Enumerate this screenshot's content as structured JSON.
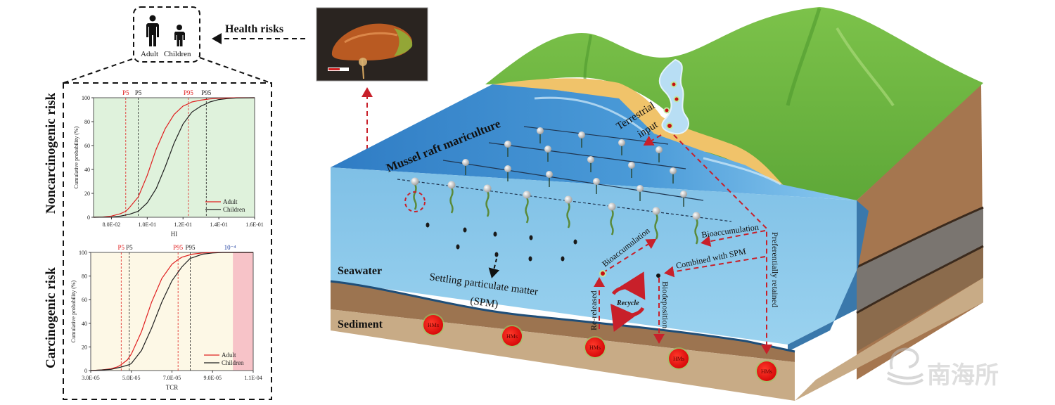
{
  "population_box": {
    "adult_label": "Adult",
    "children_label": "Children"
  },
  "health_risks_label": "Health risks",
  "row_labels": {
    "noncarcinogenic": "Noncarcinogenic risk",
    "carcinogenic": "Carcinogenic risk"
  },
  "diagram": {
    "mussel_raft_label": "Mussel raft mariculture",
    "terrestrial_label_1": "Terrestrial",
    "terrestrial_label_2": "input",
    "seawater_label": "Seawater",
    "sediment_label": "Sediment",
    "spm_label_1": "Settling particulate matter",
    "spm_label_2": "(SPM)",
    "bioaccumulation_left": "Bioaccumulation",
    "bioaccumulation_right": "Bioaccumulation",
    "combined_spm": "Combined with SPM",
    "re_released": "Re-released",
    "biodeposition": "Biodeposition",
    "preferentially_retained": "Preferentially retained",
    "recycle": "Recycle",
    "hms_label": "HMs",
    "watermark": "南海所",
    "colors": {
      "arrow_red": "#c8202a",
      "hms_red": "#e01010",
      "sea_front": "#8cc8e8",
      "sea_top": "#3f8fd0",
      "sediment": "#c8ab86",
      "grass": "#6cb33f"
    }
  },
  "chart_data": [
    {
      "type": "line",
      "title": "Noncarcinogenic risk",
      "xlabel": "HI",
      "ylabel": "Cumulative probability (%)",
      "xlim": [
        0.07,
        0.16
      ],
      "ylim": [
        0,
        100
      ],
      "xticks": [
        0.08,
        0.1,
        0.12,
        0.14,
        0.16
      ],
      "xtick_labels": [
        "8.0E-02",
        "1.0E-01",
        "1.2E-01",
        "1.4E-01",
        "1.6E-01"
      ],
      "yticks": [
        0,
        20,
        40,
        60,
        80,
        100
      ],
      "ytick_labels": [
        "0",
        "20",
        "40",
        "60",
        "80",
        "100"
      ],
      "background": "#dff2dc",
      "legend": "bottom-right",
      "series": [
        {
          "name": "Adult",
          "color": "#e02020",
          "x": [
            0.07,
            0.075,
            0.08,
            0.085,
            0.088,
            0.09,
            0.095,
            0.1,
            0.105,
            0.11,
            0.115,
            0.12,
            0.123,
            0.125,
            0.13,
            0.135,
            0.14,
            0.145,
            0.15,
            0.16
          ],
          "y": [
            0,
            0.2,
            1,
            3,
            5,
            8,
            17,
            35,
            57,
            74,
            86,
            93,
            95,
            96.5,
            98,
            99,
            99.5,
            99.8,
            100,
            100
          ]
        },
        {
          "name": "Children",
          "color": "#202020",
          "x": [
            0.07,
            0.08,
            0.085,
            0.09,
            0.095,
            0.1,
            0.105,
            0.11,
            0.115,
            0.12,
            0.125,
            0.13,
            0.133,
            0.135,
            0.14,
            0.145,
            0.15,
            0.16
          ],
          "y": [
            0,
            0.2,
            1,
            2.5,
            5,
            12,
            24,
            42,
            62,
            78,
            88,
            93,
            95,
            96.5,
            98.5,
            99.3,
            99.8,
            100
          ]
        }
      ],
      "reference_lines": [
        {
          "label": "P5",
          "x": 0.088,
          "color": "#e02020"
        },
        {
          "label": "P5",
          "x": 0.095,
          "color": "#202020"
        },
        {
          "label": "P95",
          "x": 0.123,
          "color": "#e02020"
        },
        {
          "label": "P95",
          "x": 0.133,
          "color": "#202020"
        }
      ]
    },
    {
      "type": "line",
      "title": "Carcinogenic risk",
      "xlabel": "TCR",
      "ylabel": "Cumulative probability (%)",
      "xlim": [
        3e-05,
        0.00011
      ],
      "ylim": [
        0,
        100
      ],
      "xticks": [
        3e-05,
        5e-05,
        7e-05,
        9e-05,
        0.00011
      ],
      "xtick_labels": [
        "3.0E-05",
        "5.0E-05",
        "7.0E-05",
        "9.0E-05",
        "1.1E-04"
      ],
      "yticks": [
        0,
        20,
        40,
        60,
        80,
        100
      ],
      "ytick_labels": [
        "0",
        "20",
        "40",
        "60",
        "80",
        "100"
      ],
      "background": "#fdf8e6",
      "legend": "bottom-right",
      "threshold": {
        "label": "10⁻⁴",
        "x": 0.0001,
        "shade_color": "#f7c3c8",
        "label_color": "#1f3fa0"
      },
      "series": [
        {
          "name": "Adult",
          "color": "#e02020",
          "x": [
            3e-05,
            3.5e-05,
            4e-05,
            4.3e-05,
            4.5e-05,
            4.8e-05,
            5e-05,
            5.5e-05,
            6e-05,
            6.5e-05,
            7e-05,
            7.3e-05,
            7.5e-05,
            8e-05,
            8.5e-05,
            9e-05,
            0.00011
          ],
          "y": [
            0,
            0.5,
            1.5,
            3,
            5,
            9,
            14,
            33,
            58,
            78,
            90,
            94,
            96,
            98.5,
            99.5,
            100,
            100
          ]
        },
        {
          "name": "Children",
          "color": "#202020",
          "x": [
            3e-05,
            4e-05,
            4.5e-05,
            4.9e-05,
            5e-05,
            5.5e-05,
            6e-05,
            6.5e-05,
            7e-05,
            7.5e-05,
            7.9e-05,
            8e-05,
            8.5e-05,
            9e-05,
            9.5e-05,
            0.00011
          ],
          "y": [
            0,
            1,
            3,
            5,
            6,
            17,
            36,
            58,
            76,
            88,
            95,
            95.5,
            98.5,
            99.5,
            100,
            100
          ]
        }
      ],
      "reference_lines": [
        {
          "label": "P5",
          "x": 4.5e-05,
          "color": "#e02020"
        },
        {
          "label": "P5",
          "x": 4.9e-05,
          "color": "#202020"
        },
        {
          "label": "P95",
          "x": 7.3e-05,
          "color": "#e02020"
        },
        {
          "label": "P95",
          "x": 7.9e-05,
          "color": "#202020"
        }
      ]
    }
  ]
}
